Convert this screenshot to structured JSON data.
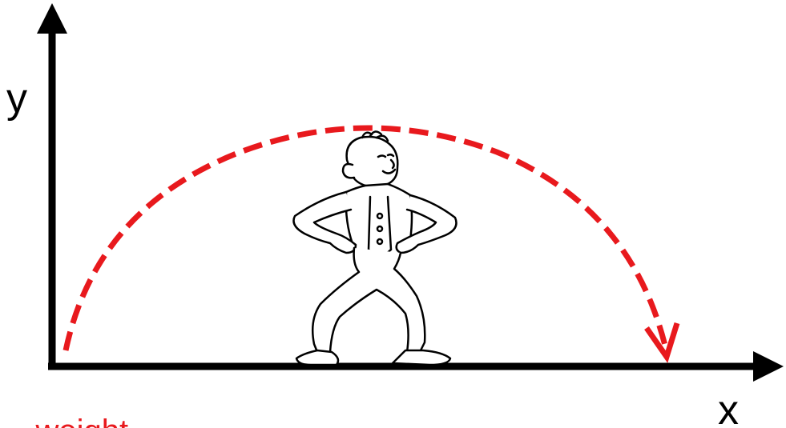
{
  "axes": {
    "x_label": "x",
    "y_label": "y"
  },
  "caption": {
    "text": "... weight"
  },
  "illustration": {
    "subject": "cartoon-man-hands-on-hips"
  },
  "colors": {
    "axis": "#000000",
    "trajectory": "#e8191d",
    "caption": "#e8191d",
    "figure_outline": "#000000"
  }
}
